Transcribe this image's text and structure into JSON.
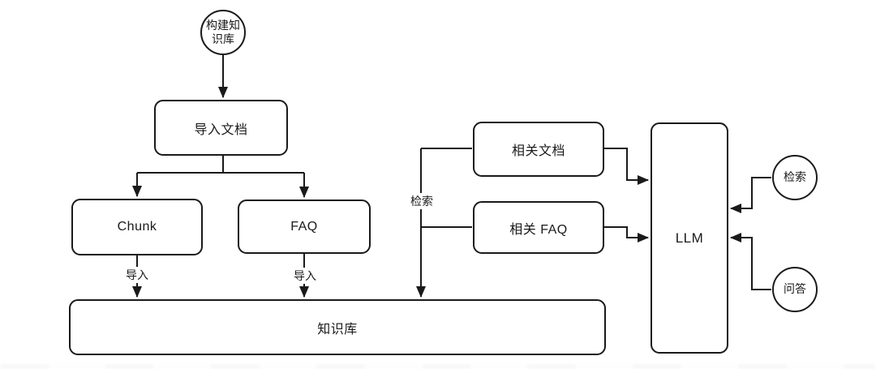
{
  "diagram": {
    "type": "flowchart",
    "language": "zh-CN",
    "colors": {
      "stroke": "#1a1a1a",
      "background": "#ffffff"
    },
    "nodes": {
      "start": {
        "label": "构建知识库",
        "shape": "circle"
      },
      "import_doc": {
        "label": "导入文档",
        "shape": "rounded-rect"
      },
      "chunk": {
        "label": "Chunk",
        "shape": "rounded-rect"
      },
      "faq": {
        "label": "FAQ",
        "shape": "rounded-rect"
      },
      "knowledge_base": {
        "label": "知识库",
        "shape": "rounded-rect"
      },
      "related_doc": {
        "label": "相关文档",
        "shape": "rounded-rect"
      },
      "related_faq": {
        "label": "相关 FAQ",
        "shape": "rounded-rect"
      },
      "llm": {
        "label": "LLM",
        "shape": "rounded-rect"
      },
      "retrieve": {
        "label": "检索",
        "shape": "circle"
      },
      "qa": {
        "label": "问答",
        "shape": "circle"
      }
    },
    "edges": [
      {
        "from": "start",
        "to": "import_doc"
      },
      {
        "from": "import_doc",
        "to": "chunk"
      },
      {
        "from": "import_doc",
        "to": "faq"
      },
      {
        "from": "chunk",
        "to": "knowledge_base",
        "label": "导入"
      },
      {
        "from": "faq",
        "to": "knowledge_base",
        "label": "导入"
      },
      {
        "from": "related_doc_junction",
        "to": "knowledge_base",
        "label": "检索"
      },
      {
        "from": "related_doc",
        "to": "llm"
      },
      {
        "from": "related_faq",
        "to": "llm"
      },
      {
        "from": "retrieve",
        "to": "llm"
      },
      {
        "from": "qa",
        "to": "llm"
      }
    ],
    "edge_labels": {
      "chunk_import": "导入",
      "faq_import": "导入",
      "kb_retrieve": "检索"
    }
  }
}
